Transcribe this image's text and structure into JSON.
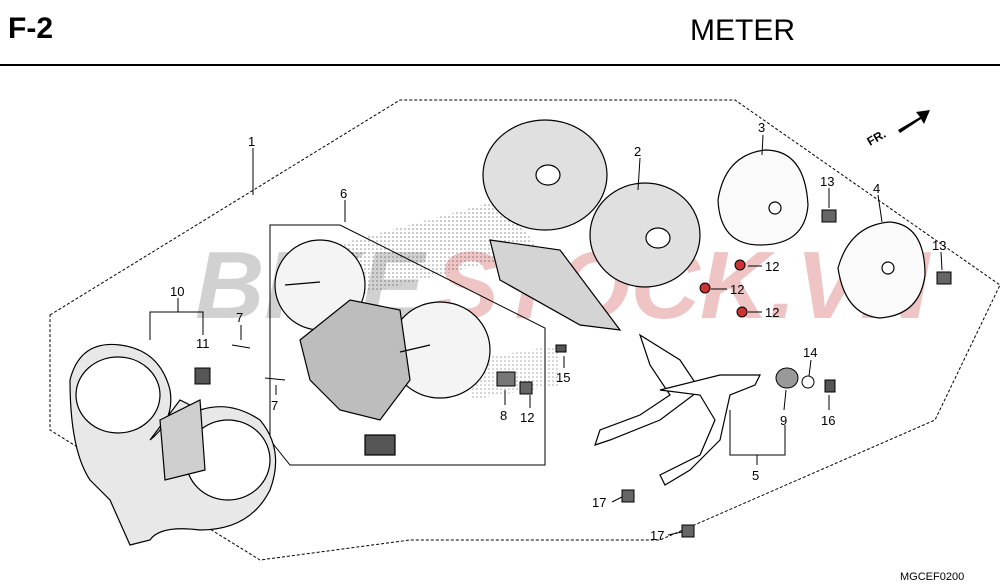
{
  "header": {
    "code": "F-2",
    "title": "METER"
  },
  "direction_label": "FR.",
  "diagram_code": "MGCEF0200",
  "watermark": {
    "left": "BIKE",
    "right": "STOCK.VN",
    "left_color": "#9a9a9a",
    "right_color": "#e08a8a"
  },
  "callouts": [
    {
      "id": "c1",
      "label": "1"
    },
    {
      "id": "c2",
      "label": "2"
    },
    {
      "id": "c3",
      "label": "3"
    },
    {
      "id": "c4",
      "label": "4"
    },
    {
      "id": "c5",
      "label": "5"
    },
    {
      "id": "c6",
      "label": "6"
    },
    {
      "id": "c7a",
      "label": "7"
    },
    {
      "id": "c7b",
      "label": "7"
    },
    {
      "id": "c8",
      "label": "8"
    },
    {
      "id": "c9",
      "label": "9"
    },
    {
      "id": "c10",
      "label": "10"
    },
    {
      "id": "c11",
      "label": "11"
    },
    {
      "id": "c12a",
      "label": "12"
    },
    {
      "id": "c12b",
      "label": "12"
    },
    {
      "id": "c12c",
      "label": "12"
    },
    {
      "id": "c12d",
      "label": "12"
    },
    {
      "id": "c13a",
      "label": "13"
    },
    {
      "id": "c13b",
      "label": "13"
    },
    {
      "id": "c14",
      "label": "14"
    },
    {
      "id": "c15",
      "label": "15"
    },
    {
      "id": "c16",
      "label": "16"
    },
    {
      "id": "c17a",
      "label": "17"
    },
    {
      "id": "c17b",
      "label": "17"
    }
  ]
}
